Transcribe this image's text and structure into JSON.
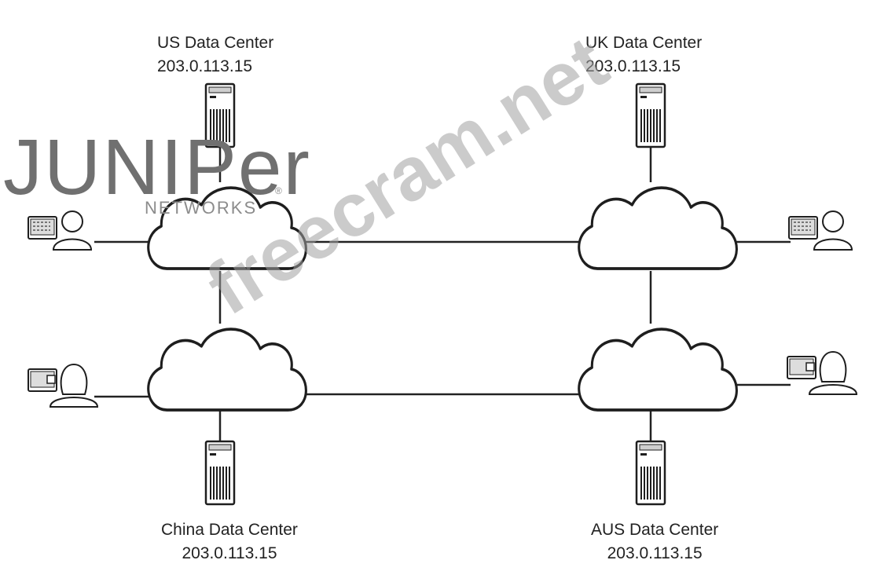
{
  "datacenters": {
    "us": {
      "name": "US Data Center",
      "ip": "203.0.113.15"
    },
    "uk": {
      "name": "UK Data Center",
      "ip": "203.0.113.15"
    },
    "china": {
      "name": "China Data Center",
      "ip": "203.0.113.15"
    },
    "aus": {
      "name": "AUS Data Center",
      "ip": "203.0.113.15"
    }
  },
  "logo": {
    "main": "JUNIPer",
    "sub": "NETWORKS",
    "mark": "®"
  },
  "watermark": "freecram.net",
  "colors": {
    "line": "#222222",
    "logo": "#707070",
    "watermark": "#a0a0a0"
  }
}
